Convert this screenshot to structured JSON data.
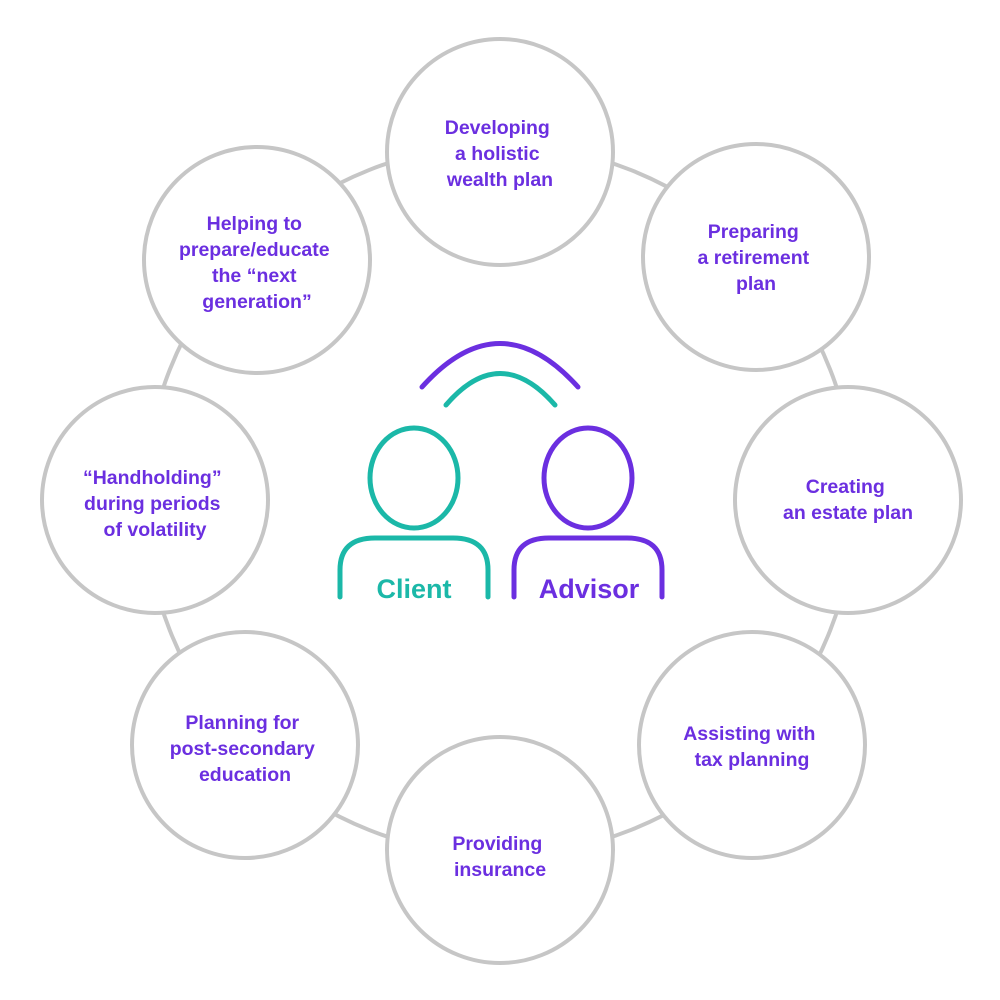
{
  "colors": {
    "accent_purple": "#6b2fe0",
    "accent_teal": "#1bb8a8",
    "ring_gray": "#c6c6c6"
  },
  "center": {
    "client_label": "Client",
    "advisor_label": "Advisor"
  },
  "services": [
    {
      "lines": [
        "Developing",
        "a holistic",
        "wealth plan"
      ]
    },
    {
      "lines": [
        "Preparing",
        "a retirement",
        "plan"
      ]
    },
    {
      "lines": [
        "Creating",
        "an estate plan"
      ]
    },
    {
      "lines": [
        "Assisting with",
        "tax planning"
      ]
    },
    {
      "lines": [
        "Providing",
        "insurance"
      ]
    },
    {
      "lines": [
        "Planning for",
        "post-secondary",
        "education"
      ]
    },
    {
      "lines": [
        "“Handholding”",
        "during periods",
        "of volatility"
      ]
    },
    {
      "lines": [
        "Helping to",
        "prepare/educate",
        "the “next",
        "generation”"
      ]
    }
  ]
}
